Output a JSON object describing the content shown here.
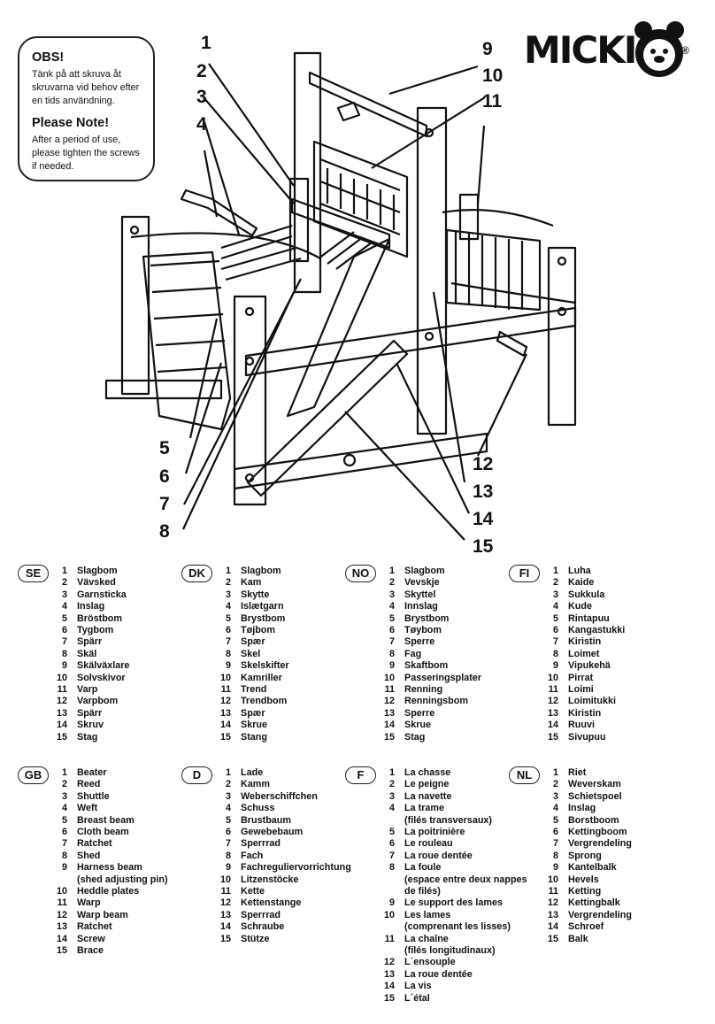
{
  "note": {
    "sv_title": "OBS!",
    "sv_lines": [
      "Tänk på att skruva åt",
      "skruvarna vid behov efter",
      "en tids användning."
    ],
    "en_title": "Please Note!",
    "en_lines": [
      "After a period of use,",
      "please tighten the screws",
      "if needed."
    ]
  },
  "logo": {
    "text": "MICKI",
    "mark": "®"
  },
  "callouts": [
    "1",
    "2",
    "3",
    "4",
    "5",
    "6",
    "7",
    "8",
    "9",
    "10",
    "11",
    "12",
    "13",
    "14",
    "15"
  ],
  "languages": [
    {
      "code": "SE",
      "items": [
        {
          "n": "1",
          "t": "Slagbom"
        },
        {
          "n": "2",
          "t": "Vävsked"
        },
        {
          "n": "3",
          "t": "Garnsticka"
        },
        {
          "n": "4",
          "t": "Inslag"
        },
        {
          "n": "5",
          "t": "Bröstbom"
        },
        {
          "n": "6",
          "t": "Tygbom"
        },
        {
          "n": "7",
          "t": "Spärr"
        },
        {
          "n": "8",
          "t": "Skäl"
        },
        {
          "n": "9",
          "t": "Skälväxlare"
        },
        {
          "n": "10",
          "t": "Solvskivor"
        },
        {
          "n": "11",
          "t": "Varp"
        },
        {
          "n": "12",
          "t": "Varpbom"
        },
        {
          "n": "13",
          "t": "Spärr"
        },
        {
          "n": "14",
          "t": "Skruv"
        },
        {
          "n": "15",
          "t": "Stag"
        }
      ]
    },
    {
      "code": "DK",
      "items": [
        {
          "n": "1",
          "t": "Slagbom"
        },
        {
          "n": "2",
          "t": "Kam"
        },
        {
          "n": "3",
          "t": "Skytte"
        },
        {
          "n": "4",
          "t": "Islætgarn"
        },
        {
          "n": "5",
          "t": "Brystbom"
        },
        {
          "n": "6",
          "t": "Tøjbom"
        },
        {
          "n": "7",
          "t": "Spær"
        },
        {
          "n": "8",
          "t": "Skel"
        },
        {
          "n": "9",
          "t": "Skelskifter"
        },
        {
          "n": "10",
          "t": "Kamriller"
        },
        {
          "n": "11",
          "t": "Trend"
        },
        {
          "n": "12",
          "t": "Trendbom"
        },
        {
          "n": "13",
          "t": "Spær"
        },
        {
          "n": "14",
          "t": "Skrue"
        },
        {
          "n": "15",
          "t": "Stang"
        }
      ]
    },
    {
      "code": "NO",
      "items": [
        {
          "n": "1",
          "t": "Slagbom"
        },
        {
          "n": "2",
          "t": "Vevskje"
        },
        {
          "n": "3",
          "t": "Skyttel"
        },
        {
          "n": "4",
          "t": "Innslag"
        },
        {
          "n": "5",
          "t": "Brystbom"
        },
        {
          "n": "6",
          "t": "Tøybom"
        },
        {
          "n": "7",
          "t": "Sperre"
        },
        {
          "n": "8",
          "t": "Fag"
        },
        {
          "n": "9",
          "t": "Skaftbom"
        },
        {
          "n": "10",
          "t": "Passeringsplater"
        },
        {
          "n": "11",
          "t": "Renning"
        },
        {
          "n": "12",
          "t": "Renningsbom"
        },
        {
          "n": "13",
          "t": "Sperre"
        },
        {
          "n": "14",
          "t": "Skrue"
        },
        {
          "n": "15",
          "t": "Stag"
        }
      ]
    },
    {
      "code": "FI",
      "items": [
        {
          "n": "1",
          "t": "Luha"
        },
        {
          "n": "2",
          "t": "Kaide"
        },
        {
          "n": "3",
          "t": "Sukkula"
        },
        {
          "n": "4",
          "t": "Kude"
        },
        {
          "n": "5",
          "t": "Rintapuu"
        },
        {
          "n": "6",
          "t": "Kangastukki"
        },
        {
          "n": "7",
          "t": "Kiristin"
        },
        {
          "n": "8",
          "t": "Loimet"
        },
        {
          "n": "9",
          "t": "Vipukehä"
        },
        {
          "n": "10",
          "t": "Pirrat"
        },
        {
          "n": "11",
          "t": "Loimi"
        },
        {
          "n": "12",
          "t": "Loimitukki"
        },
        {
          "n": "13",
          "t": "Kiristin"
        },
        {
          "n": "14",
          "t": "Ruuvi"
        },
        {
          "n": "15",
          "t": "Sivupuu"
        }
      ]
    },
    {
      "code": "GB",
      "items": [
        {
          "n": "1",
          "t": "Beater"
        },
        {
          "n": "2",
          "t": "Reed"
        },
        {
          "n": "3",
          "t": "Shuttle"
        },
        {
          "n": "4",
          "t": "Weft"
        },
        {
          "n": "5",
          "t": "Breast beam"
        },
        {
          "n": "6",
          "t": "Cloth beam"
        },
        {
          "n": "7",
          "t": "Ratchet"
        },
        {
          "n": "8",
          "t": "Shed"
        },
        {
          "n": "9",
          "t": "Harness beam"
        },
        {
          "n": "",
          "t": "(shed adjusting pin)"
        },
        {
          "n": "10",
          "t": "Heddle plates"
        },
        {
          "n": "11",
          "t": "Warp"
        },
        {
          "n": "12",
          "t": "Warp beam"
        },
        {
          "n": "13",
          "t": "Ratchet"
        },
        {
          "n": "14",
          "t": "Screw"
        },
        {
          "n": "15",
          "t": "Brace"
        }
      ]
    },
    {
      "code": "D",
      "items": [
        {
          "n": "1",
          "t": "Lade"
        },
        {
          "n": "2",
          "t": "Kamm"
        },
        {
          "n": "3",
          "t": "Weberschiffchen"
        },
        {
          "n": "4",
          "t": "Schuss"
        },
        {
          "n": "5",
          "t": "Brustbaum"
        },
        {
          "n": "6",
          "t": "Gewebebaum"
        },
        {
          "n": "7",
          "t": "Sperrrad"
        },
        {
          "n": "8",
          "t": "Fach"
        },
        {
          "n": "9",
          "t": "Fachreguliervorrichtung"
        },
        {
          "n": "10",
          "t": "Litzenstöcke"
        },
        {
          "n": "11",
          "t": "Kette"
        },
        {
          "n": "12",
          "t": "Kettenstange"
        },
        {
          "n": "13",
          "t": "Sperrrad"
        },
        {
          "n": "14",
          "t": "Schraube"
        },
        {
          "n": "15",
          "t": "Stütze"
        }
      ]
    },
    {
      "code": "F",
      "items": [
        {
          "n": "1",
          "t": "La chasse"
        },
        {
          "n": "2",
          "t": "Le peigne"
        },
        {
          "n": "3",
          "t": "La navette"
        },
        {
          "n": "4",
          "t": "La trame"
        },
        {
          "n": "",
          "t": "(filés transversaux)"
        },
        {
          "n": "5",
          "t": "La poitrinière"
        },
        {
          "n": "6",
          "t": "Le rouleau"
        },
        {
          "n": "7",
          "t": "La roue dentée"
        },
        {
          "n": "8",
          "t": "La foule"
        },
        {
          "n": "",
          "t": "(espace entre deux nappes"
        },
        {
          "n": "",
          "t": "de filés)"
        },
        {
          "n": "9",
          "t": "Le support des lames"
        },
        {
          "n": "10",
          "t": "Les lames"
        },
        {
          "n": "",
          "t": "(comprenant les lisses)"
        },
        {
          "n": "11",
          "t": "La chaîne"
        },
        {
          "n": "",
          "t": "(filés longitudinaux)"
        },
        {
          "n": "12",
          "t": "L´ensouple"
        },
        {
          "n": "13",
          "t": "La roue dentée"
        },
        {
          "n": "14",
          "t": "La vis"
        },
        {
          "n": "15",
          "t": "L´étal"
        }
      ]
    },
    {
      "code": "NL",
      "items": [
        {
          "n": "1",
          "t": "Riet"
        },
        {
          "n": "2",
          "t": "Weverskam"
        },
        {
          "n": "3",
          "t": "Schietspoel"
        },
        {
          "n": "4",
          "t": "Inslag"
        },
        {
          "n": "5",
          "t": "Borstboom"
        },
        {
          "n": "6",
          "t": "Kettingboom"
        },
        {
          "n": "7",
          "t": "Vergrendeling"
        },
        {
          "n": "8",
          "t": "Sprong"
        },
        {
          "n": "9",
          "t": "Kantelbalk"
        },
        {
          "n": "10",
          "t": "Hevels"
        },
        {
          "n": "11",
          "t": "Ketting"
        },
        {
          "n": "12",
          "t": "Kettingbalk"
        },
        {
          "n": "13",
          "t": "Vergrendeling"
        },
        {
          "n": "14",
          "t": "Schroef"
        },
        {
          "n": "15",
          "t": "Balk"
        }
      ]
    }
  ]
}
